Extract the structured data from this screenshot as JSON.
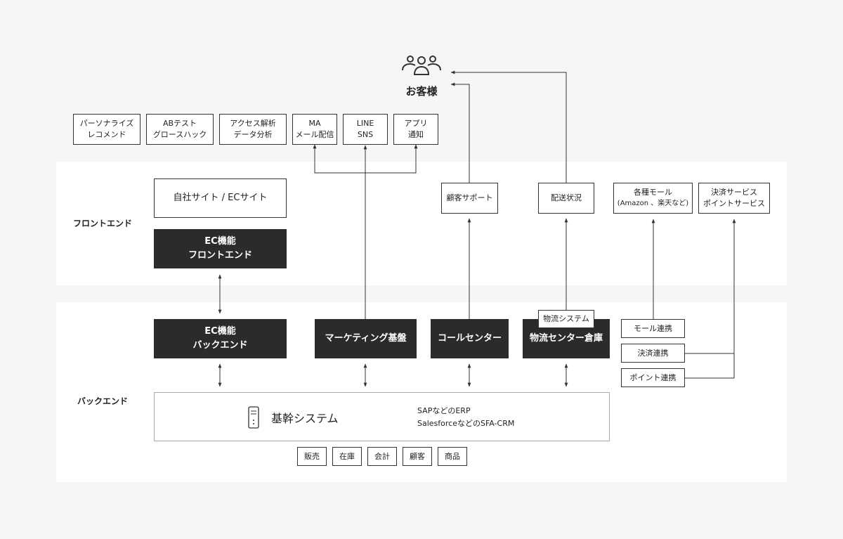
{
  "customer": {
    "label": "お客様",
    "icon": "customers-icon"
  },
  "sections": {
    "frontend": "フロントエンド",
    "backend": "バックエンド"
  },
  "marketing_tools": [
    {
      "line1": "パーソナライズ",
      "line2": "レコメンド"
    },
    {
      "line1": "ABテスト",
      "line2": "グロースハック"
    },
    {
      "line1": "アクセス解析",
      "line2": "データ分析"
    },
    {
      "line1": "MA",
      "line2": "メール配信"
    },
    {
      "line1": "LINE",
      "line2": "SNS"
    },
    {
      "line1": "アプリ",
      "line2": "通知"
    }
  ],
  "frontend": {
    "own_site": "自社サイト / ECサイト",
    "ec_frontend": {
      "line1": "EC機能",
      "line2": "フロントエンド"
    },
    "customer_support": "顧客サポート",
    "delivery_status": "配送状況",
    "malls": {
      "line1": "各種モール",
      "line2": "(Amazon 、楽天など)"
    },
    "payment": {
      "line1": "決済サービス",
      "line2": "ポイントサービス"
    }
  },
  "backend": {
    "ec_backend": {
      "line1": "EC機能",
      "line2": "バックエンド"
    },
    "marketing_platform": "マーケティング基盤",
    "call_center": "コールセンター",
    "logistics": "物流センター倉庫",
    "logistics_system": "物流システム",
    "mall_link": "モール連携",
    "payment_link": "決済連携",
    "point_link": "ポイント連携"
  },
  "core": {
    "title": "基幹システム",
    "icon": "server-icon",
    "desc1": "SAPなどのERP",
    "desc2": "SalesforceなどのSFA-CRM",
    "modules": [
      "販売",
      "在庫",
      "会計",
      "顧客",
      "商品"
    ]
  }
}
